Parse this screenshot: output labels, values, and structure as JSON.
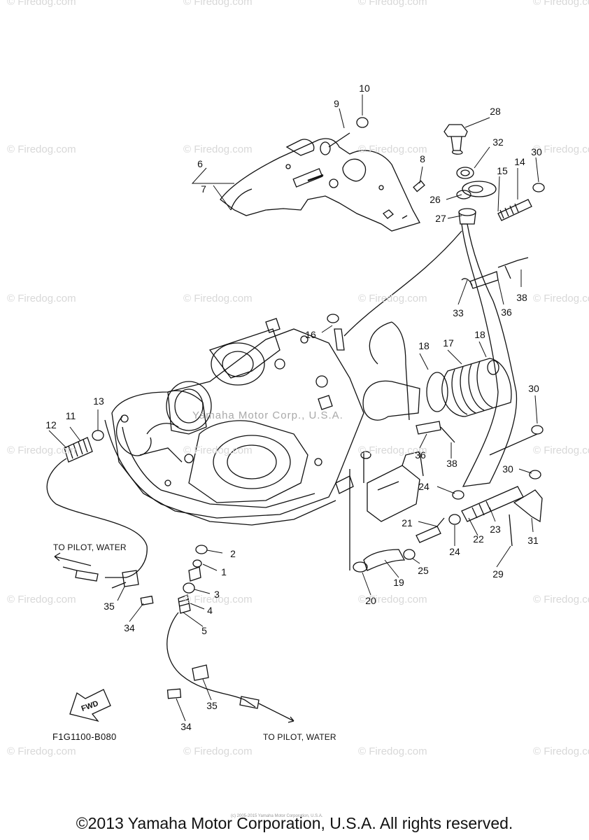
{
  "watermark": "© Firedog.com",
  "center_watermark": "Yamaha Motor Corp., U.S.A.",
  "notes": {
    "to_pilot_water_left": "TO PILOT, WATER",
    "to_pilot_water_bottom": "TO PILOT, WATER"
  },
  "fwd_label": "FWD",
  "drawing_code": "F1G1100-B080",
  "footer": {
    "copyright": "©2013 Yamaha Motor Corporation, U.S.A. All rights reserved.",
    "fine_print": "(c) 2005-2015 Yamaha Motor Corporation, U.S.A."
  },
  "callouts": [
    {
      "id": "c10",
      "text": "10"
    },
    {
      "id": "c9",
      "text": "9"
    },
    {
      "id": "c28",
      "text": "28"
    },
    {
      "id": "c32",
      "text": "32"
    },
    {
      "id": "c30a",
      "text": "30"
    },
    {
      "id": "c14",
      "text": "14"
    },
    {
      "id": "c15",
      "text": "15"
    },
    {
      "id": "c8",
      "text": "8"
    },
    {
      "id": "c6",
      "text": "6"
    },
    {
      "id": "c7",
      "text": "7"
    },
    {
      "id": "c26",
      "text": "26"
    },
    {
      "id": "c27",
      "text": "27"
    },
    {
      "id": "c38a",
      "text": "38"
    },
    {
      "id": "c33",
      "text": "33"
    },
    {
      "id": "c36a",
      "text": "36"
    },
    {
      "id": "c16",
      "text": "16"
    },
    {
      "id": "c18a",
      "text": "18"
    },
    {
      "id": "c17",
      "text": "17"
    },
    {
      "id": "c18b",
      "text": "18"
    },
    {
      "id": "c30b",
      "text": "30"
    },
    {
      "id": "c13",
      "text": "13"
    },
    {
      "id": "c11",
      "text": "11"
    },
    {
      "id": "c12",
      "text": "12"
    },
    {
      "id": "c36b",
      "text": "36"
    },
    {
      "id": "c38b",
      "text": "38"
    },
    {
      "id": "c30c",
      "text": "30"
    },
    {
      "id": "c24a",
      "text": "24"
    },
    {
      "id": "c21",
      "text": "21"
    },
    {
      "id": "c22",
      "text": "22"
    },
    {
      "id": "c23",
      "text": "23"
    },
    {
      "id": "c31",
      "text": "31"
    },
    {
      "id": "c24b",
      "text": "24"
    },
    {
      "id": "c2",
      "text": "2"
    },
    {
      "id": "c1",
      "text": "1"
    },
    {
      "id": "c3",
      "text": "3"
    },
    {
      "id": "c4",
      "text": "4"
    },
    {
      "id": "c5",
      "text": "5"
    },
    {
      "id": "c25",
      "text": "25"
    },
    {
      "id": "c29",
      "text": "29"
    },
    {
      "id": "c19",
      "text": "19"
    },
    {
      "id": "c20",
      "text": "20"
    },
    {
      "id": "c35a",
      "text": "35"
    },
    {
      "id": "c34a",
      "text": "34"
    },
    {
      "id": "c35b",
      "text": "35"
    },
    {
      "id": "c34b",
      "text": "34"
    }
  ]
}
